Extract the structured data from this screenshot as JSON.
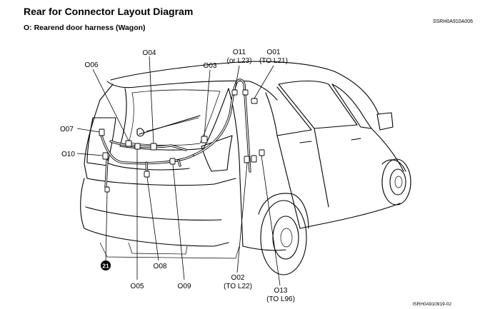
{
  "header": {
    "title": "Rear for Connector Layout Diagram",
    "subtitle": "O: Rearend door harness (Wagon)",
    "code_top": "SSRH0A910A006",
    "code_bottom": "ISRH0A910919-02"
  },
  "labels": {
    "o04": "O04",
    "o06": "O06",
    "o03": "O03",
    "o11": "O11",
    "o11_sub": "(or L23)",
    "o01": "O01",
    "o01_sub": "(TO L21)",
    "o07": "O07",
    "o10": "O10",
    "ground": "21",
    "o08": "O08",
    "o05": "O05",
    "o09": "O09",
    "o02": "O02",
    "o02_sub": "(TO L22)",
    "o13": "O13",
    "o13_sub": "(TO L96)"
  }
}
